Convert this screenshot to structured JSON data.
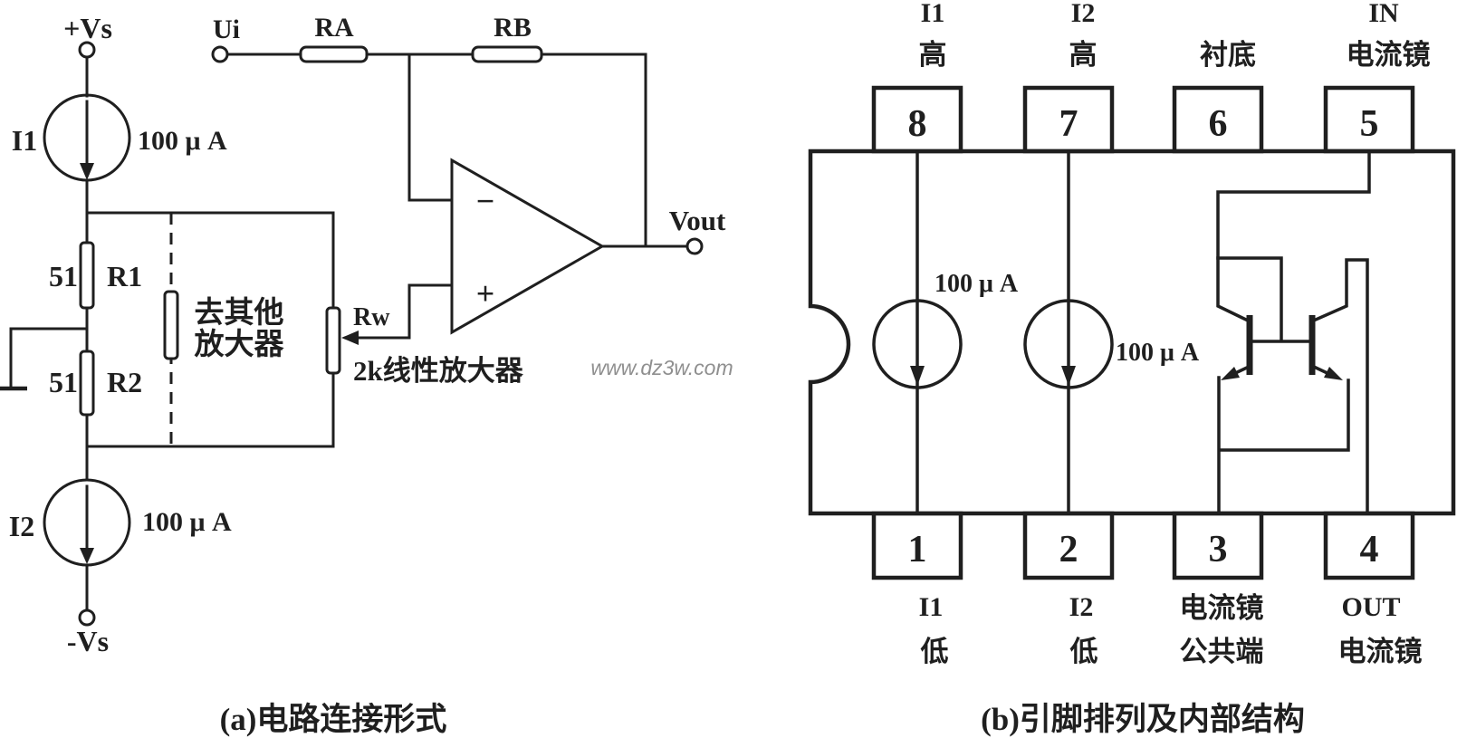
{
  "colors": {
    "ink": "#1f1f1f",
    "paper": "#ffffff",
    "watermark": "#8f8f8f"
  },
  "watermark": "www.dz3w.com",
  "circuit_a": {
    "caption": "(a)电路连接形式",
    "vs_plus": "+Vs",
    "vs_minus": "-Vs",
    "i1_name": "I1",
    "i1_value": "100 μ A",
    "i2_name": "I2",
    "i2_value": "100 μ A",
    "r1_value": "51",
    "r1_name": "R1",
    "r2_value": "51",
    "r2_name": "R2",
    "ra_name": "RA",
    "rb_name": "RB",
    "rw_name": "Rw",
    "rw_note": "2k线性放大器",
    "input_name": "Ui",
    "output_name": "Vout",
    "opamp_minus": "−",
    "opamp_plus": "+",
    "branch_note_line1": "去其他",
    "branch_note_line2": "放大器"
  },
  "ic_b": {
    "caption": "(b)引脚排列及内部结构",
    "cs1_value": "100 μ A",
    "cs2_value": "100 μ A",
    "top_pins": [
      {
        "num": "8",
        "l1": "I1",
        "l2": "高"
      },
      {
        "num": "7",
        "l1": "I2",
        "l2": "高"
      },
      {
        "num": "6",
        "l1": "",
        "l2": "衬底"
      },
      {
        "num": "5",
        "l1": "IN",
        "l2": "电流镜"
      }
    ],
    "bottom_pins": [
      {
        "num": "1",
        "l1": "I1",
        "l2": "低"
      },
      {
        "num": "2",
        "l1": "I2",
        "l2": "低"
      },
      {
        "num": "3",
        "l1": "电流镜",
        "l2": "公共端"
      },
      {
        "num": "4",
        "l1": "OUT",
        "l2": "电流镜"
      }
    ]
  }
}
